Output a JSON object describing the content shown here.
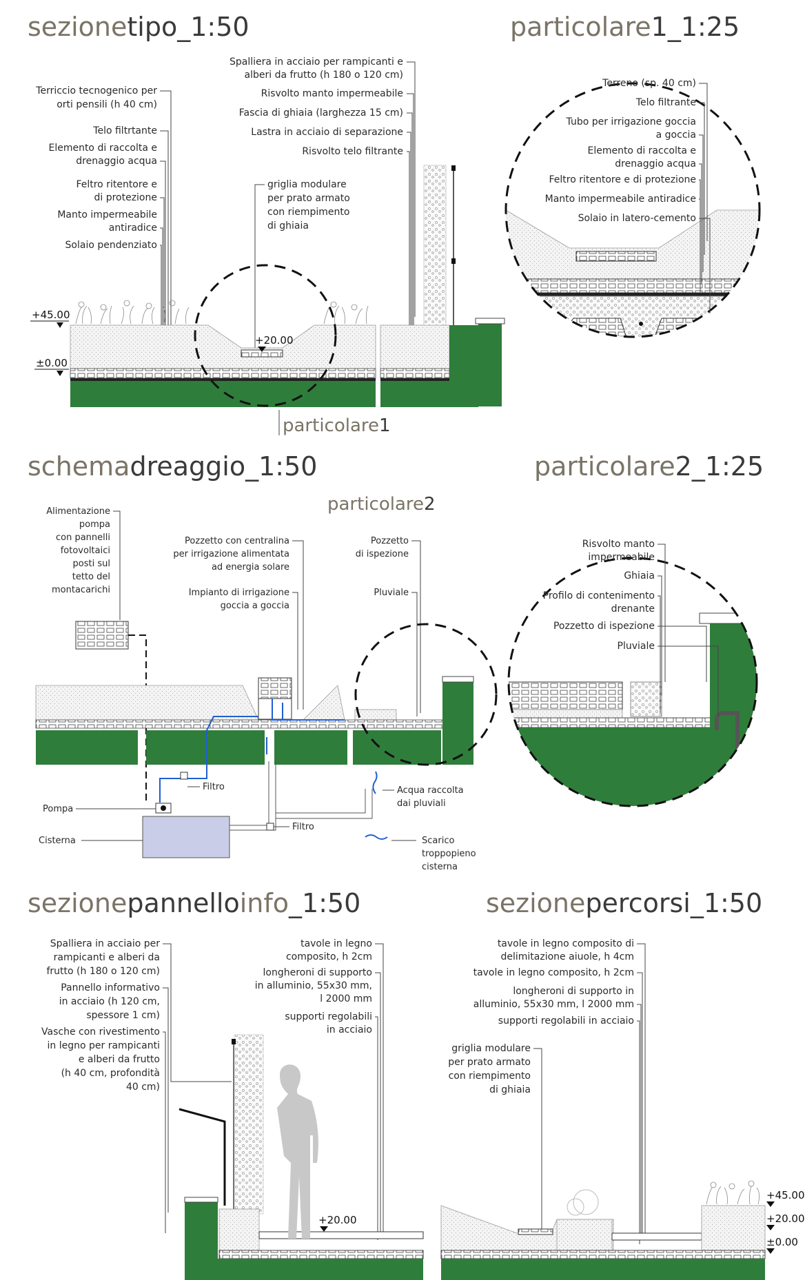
{
  "titles": {
    "sezione_tipo": {
      "a": "sezione",
      "b": "tipo_1:50"
    },
    "particolare1_title": {
      "a": "particolare",
      "b": "1_1:25"
    },
    "schema_dreaggio": {
      "a": "schema",
      "b": "dreaggio_1:50"
    },
    "particolare2_title": {
      "a": "particolare",
      "b": "2_1:25"
    },
    "sezione_pannello": {
      "a": "sezione",
      "b": "pannello",
      "c": "info",
      "d": "_1:50"
    },
    "sezione_percorsi": {
      "a": "sezione",
      "b": "percorsi_1:50"
    }
  },
  "callouts": {
    "particolare1": {
      "a": "particolare",
      "b": "1"
    },
    "particolare2": {
      "a": "particolare",
      "b": "2"
    }
  },
  "sezione_tipo": {
    "left_labels": [
      "Terriccio tecnogenico per",
      "orti pensili (h 40 cm)",
      "Telo filtrtante",
      "Elemento di raccolta e",
      "drenaggio acqua",
      "Feltro ritentore e",
      "di protezione",
      "Manto impermeabile",
      "antiradice",
      "Solaio pendenziato"
    ],
    "right_labels": [
      "Spalliera in acciaio per rampicanti e",
      "alberi da frutto (h 180 o 120 cm)",
      "Risvolto manto impermeabile",
      "Fascia di ghiaia (larghezza 15 cm)",
      "Lastra in acciaio di separazione",
      "Risvolto telo filtrante"
    ],
    "griglia": [
      "griglia modulare",
      "per prato armato",
      "con riempimento",
      "di ghiaia"
    ],
    "levels": [
      "+45.00",
      "±0.00",
      "+20.00"
    ]
  },
  "particolare1": {
    "labels": [
      "Terreno (sp. 40 cm)",
      "Telo filtrante",
      "Tubo per irrigazione goccia",
      "a goccia",
      "Elemento di raccolta e",
      "drenaggio acqua",
      "Feltro ritentore e di protezione",
      "Manto impermeabile antiradice",
      "Solaio in latero-cemento"
    ]
  },
  "schema_dreaggio": {
    "alimentazione": [
      "Alimentazione",
      "pompa",
      "con pannelli",
      "fotovoltaici",
      "posti sul",
      "tetto del",
      "montacarichi"
    ],
    "pozzetto_centr": [
      "Pozzetto con centralina",
      "per irrigazione alimentata",
      "ad energia solare"
    ],
    "impianto": [
      "Impianto di irrigazione",
      "goccia a goccia"
    ],
    "pozzetto_isp": [
      "Pozzetto",
      "di ispezione"
    ],
    "pluviale": "Pluviale",
    "filtro1": "Filtro",
    "filtro2": "Filtro",
    "pompa": "Pompa",
    "cisterna": "Cisterna",
    "acqua": [
      "Acqua raccolta",
      "dai pluviali"
    ],
    "scarico": [
      "Scarico",
      "troppopieno",
      "cisterna"
    ]
  },
  "particolare2": {
    "labels": [
      "Risvolto manto",
      "impermeabile",
      "Ghiaia",
      "Profilo di contenimento",
      "drenante",
      "Pozzetto di ispezione",
      "Pluviale"
    ]
  },
  "sezione_pannello": {
    "left_labels": [
      "Spalliera in acciaio per",
      "rampicanti e alberi da",
      "frutto (h 180 o 120 cm)",
      "Pannello informativo",
      "in acciaio (h 120 cm,",
      "spessore 1 cm)",
      "Vasche con rivestimento",
      "in legno per rampicanti",
      "e alberi da frutto",
      "(h 40 cm, profondità",
      "40 cm)"
    ],
    "right_labels": [
      "tavole in legno",
      "composito, h 2cm",
      "longheroni di supporto",
      "in alluminio, 55x30 mm,",
      "l 2000 mm",
      "supporti regolabili",
      "in acciaio"
    ],
    "level": "+20.00"
  },
  "sezione_percorsi": {
    "labels": [
      "tavole in legno composito di",
      "delimitazione aiuole, h 4cm",
      "tavole in legno composito, h 2cm",
      "longheroni di supporto in",
      "alluminio, 55x30 mm, l 2000 mm",
      "supporti regolabili in acciaio"
    ],
    "griglia": [
      "griglia modulare",
      "per prato armato",
      "con riempimento",
      "di ghiaia"
    ],
    "levels": [
      "+45.00",
      "+20.00",
      "±0.00"
    ]
  },
  "colors": {
    "green": "#2f7d3b",
    "blue": "#1f5fd0",
    "title_grey": "#7a7467",
    "water": "#c9cde8"
  }
}
